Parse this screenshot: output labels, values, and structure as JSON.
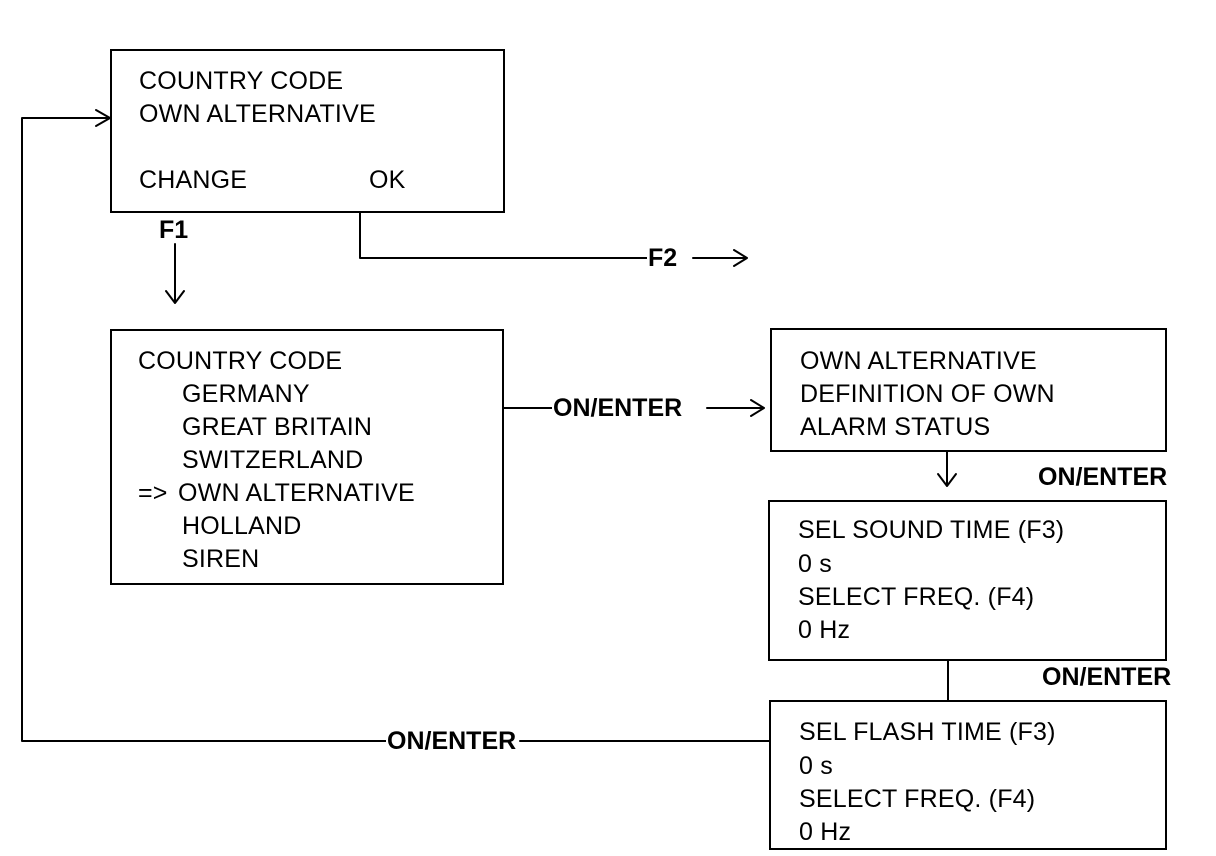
{
  "box1": {
    "line1": "COUNTRY CODE",
    "line2": "OWN ALTERNATIVE",
    "change": "CHANGE",
    "ok": "OK"
  },
  "box2": {
    "title": "COUNTRY CODE",
    "options": [
      "GERMANY",
      "GREAT BRITAIN",
      "SWITZERLAND",
      "OWN ALTERNATIVE",
      "HOLLAND",
      "SIREN"
    ],
    "selector": "=>"
  },
  "box3": {
    "lines": [
      "OWN ALTERNATIVE",
      "DEFINITION OF OWN",
      "ALARM STATUS"
    ]
  },
  "box4": {
    "lines": [
      "SEL SOUND TIME (F3)",
      "0 s",
      "SELECT FREQ. (F4)",
      "0 Hz"
    ]
  },
  "box5": {
    "lines": [
      "SEL FLASH TIME (F3)",
      "0 s",
      "SELECT FREQ. (F4)",
      "0 Hz"
    ]
  },
  "labels": {
    "f1": "F1",
    "f2": "F2",
    "on_enter_1": "ON/ENTER",
    "on_enter_2": "ON/ENTER",
    "on_enter_3": "ON/ENTER",
    "on_enter_4": "ON/ENTER"
  },
  "colors": {
    "ink": "#000000",
    "paper": "#ffffff"
  }
}
